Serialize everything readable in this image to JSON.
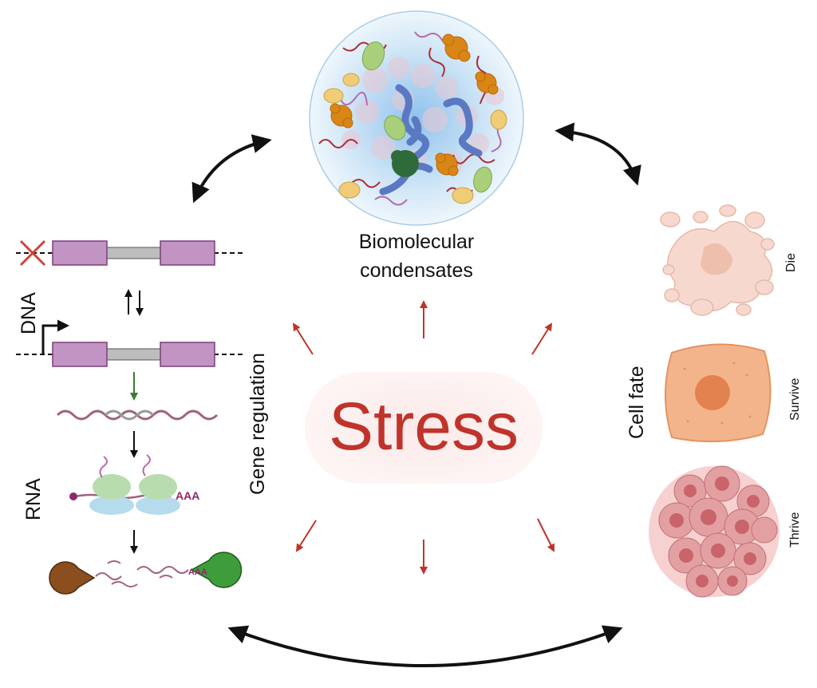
{
  "center": {
    "label": "Stress"
  },
  "condensates": {
    "label_line1": "Biomolecular",
    "label_line2": "condensates"
  },
  "gene_regulation": {
    "label": "Gene regulation",
    "dna_label": "DNA",
    "rna_label": "RNA",
    "poly_a": "AAA"
  },
  "cell_fate": {
    "label": "Cell fate",
    "states": [
      "Die",
      "Survive",
      "Thrive"
    ]
  },
  "colors": {
    "stress_red": "#c0332b",
    "exon": "#c294c4",
    "intron": "#bdbdbd",
    "rna_wave": "#a2617e",
    "green_arrow": "#3a7d2c",
    "condensate_bg": "#cfe3f3"
  }
}
